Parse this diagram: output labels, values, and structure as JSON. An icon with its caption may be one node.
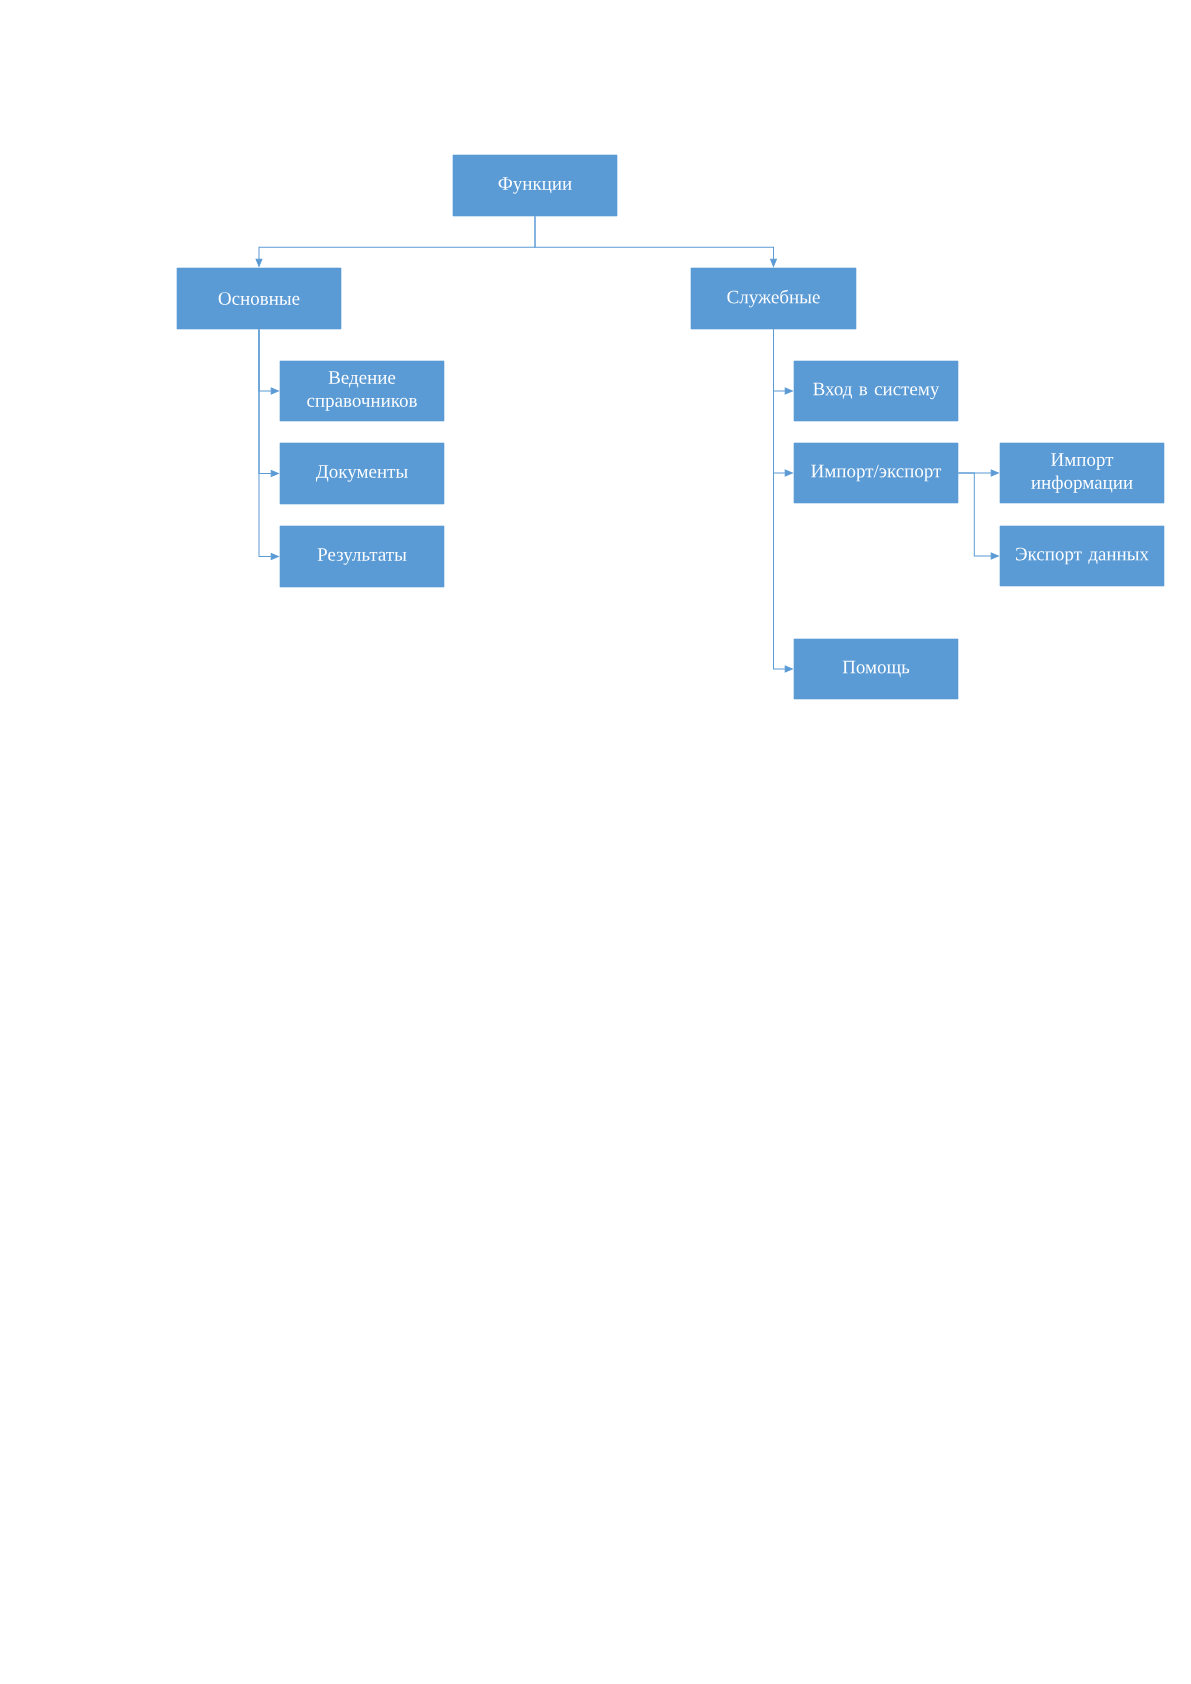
{
  "diagram": {
    "nodes": [
      {
        "text": [
          "Функции"
        ]
      },
      {
        "text": [
          "Основные"
        ]
      },
      {
        "text": [
          "Служебные"
        ]
      },
      {
        "text": [
          "Ведение справочников"
        ]
      },
      {
        "text": [
          "Документы"
        ]
      },
      {
        "text": [
          "Результаты"
        ]
      },
      {
        "text": [
          "Вход в систему"
        ]
      },
      {
        "text": [
          "Импорт/экспорт"
        ]
      },
      {
        "text": [
          "Импорт информации"
        ]
      },
      {
        "text": [
          "Экспорт данных"
        ]
      },
      {
        "text": [
          "Помощь"
        ]
      }
    ],
    "edges": [
      {
        "from": 0,
        "to": 1,
        "arrow": "to"
      },
      {
        "from": 0,
        "to": 2,
        "arrow": "to"
      },
      {
        "from": 1,
        "to": 3,
        "arrow": "to"
      },
      {
        "from": 1,
        "to": 4,
        "arrow": "to"
      },
      {
        "from": 1,
        "to": 5,
        "arrow": "to"
      },
      {
        "from": 2,
        "to": 6,
        "arrow": "to"
      },
      {
        "from": 2,
        "to": 7,
        "arrow": "to"
      },
      {
        "from": 2,
        "to": 10,
        "arrow": "to"
      },
      {
        "from": 7,
        "to": 8,
        "arrow": "to"
      },
      {
        "from": 7,
        "to": 9,
        "arrow": "to"
      }
    ]
  }
}
